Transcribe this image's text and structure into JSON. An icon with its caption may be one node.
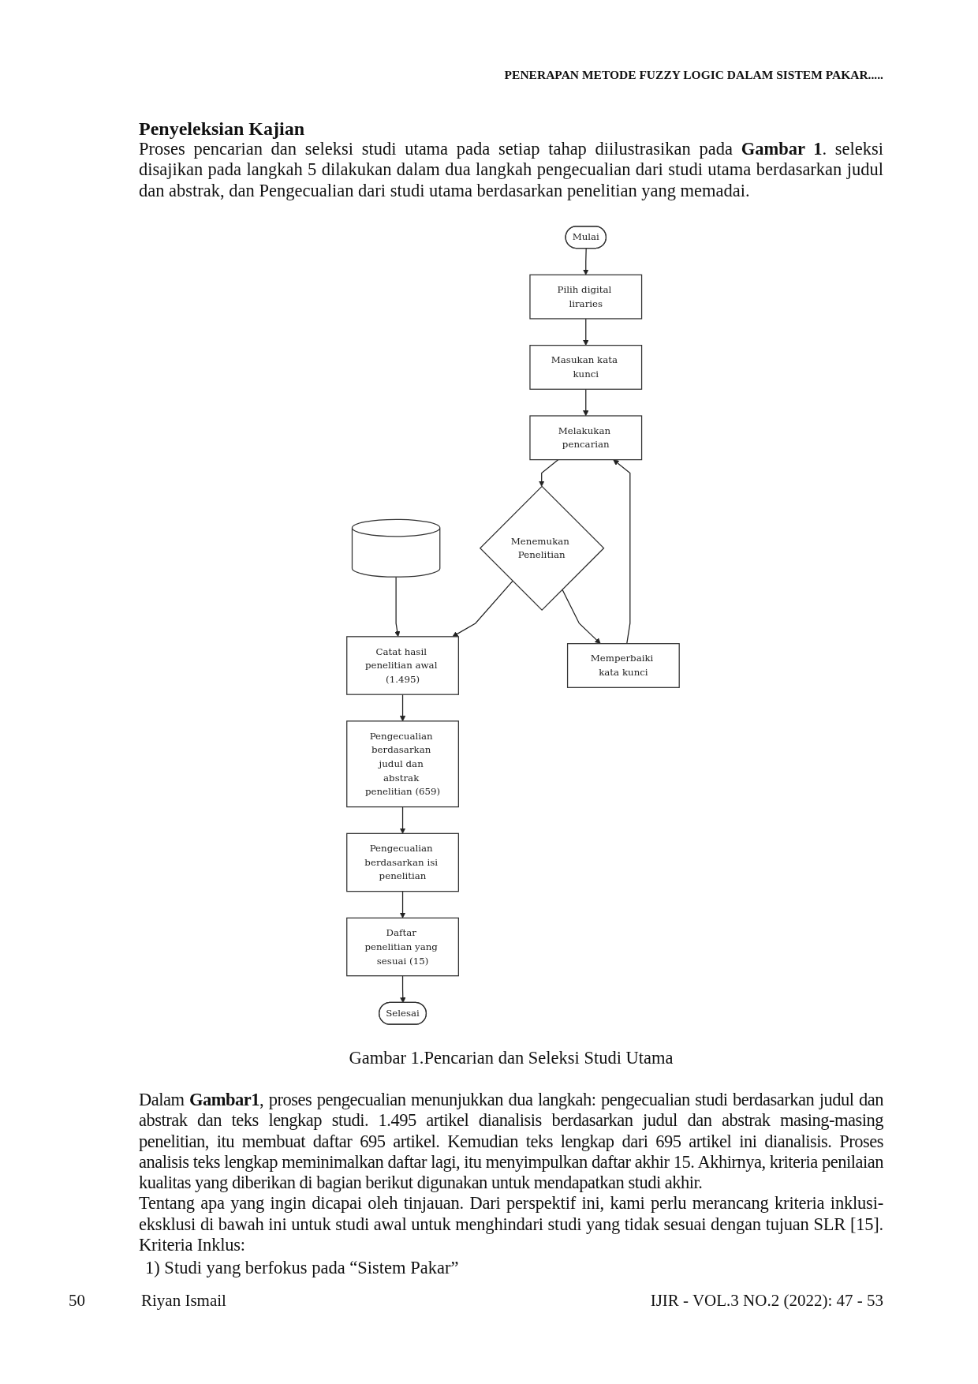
{
  "diagram": {
    "caption": "Gambar 1.Pencarian dan Seleksi Studi Utama",
    "nodes": [
      {
        "text": [
          "Mulai"
        ]
      },
      {
        "text": [
          "Pilih digital liraries"
        ]
      },
      {
        "text": [
          "Masukan kata kunci"
        ]
      },
      {
        "text": [
          "Melakukan pencarian"
        ]
      },
      {
        "text": [
          "Menemukan Penelitian"
        ]
      },
      {
        "text": [
          "Memperbaiki kata kunci"
        ]
      },
      {
        "text": [
          "Catat hasil penelitian awal (1.495)"
        ]
      },
      {
        "text": [],
        "shape": "cylinder"
      },
      {
        "text": [
          "Pengecualian berdasarkan judul dan abstrak penelitian (659)"
        ]
      },
      {
        "text": [
          "Pengecualian berdasarkan isi penelitian"
        ]
      },
      {
        "text": [
          "Daftar penelitian yang sesuai (15)"
        ]
      },
      {
        "text": [
          "Selesai"
        ]
      }
    ],
    "edges": [
      {
        "from": 0,
        "to": 1,
        "arrow": "to"
      },
      {
        "from": 1,
        "to": 2,
        "arrow": "to"
      },
      {
        "from": 2,
        "to": 3,
        "arrow": "to"
      },
      {
        "from": 3,
        "to": 4,
        "arrow": "to"
      },
      {
        "from": 4,
        "to": 6,
        "arrow": "to"
      },
      {
        "from": 4,
        "to": 5,
        "arrow": "to"
      },
      {
        "from": 5,
        "to": 3,
        "arrow": "to"
      },
      {
        "from": 7,
        "to": 6,
        "arrow": "to"
      },
      {
        "from": 6,
        "to": 8,
        "arrow": "to"
      },
      {
        "from": 8,
        "to": 9,
        "arrow": "to"
      },
      {
        "from": 9,
        "to": 10,
        "arrow": "to"
      },
      {
        "from": 10,
        "to": 11,
        "arrow": "to"
      }
    ],
    "labels": [
      "PENERAPAN METODE FUZZY LOGIC DALAM SISTEM PAKAR.....",
      "Penyeleksian Kajian",
      "Proses pencarian dan seleksi studi utama pada setiap tahap diilustrasikan pada **Gambar 1**. seleksi disajikan pada langkah 5 dilakukan dalam dua langkah pengecualian dari studi utama berdasarkan judul dan abstrak, dan Pengecualian dari studi utama berdasarkan penelitian yang memadai.",
      "Dalam **Gambar1**, proses pengecualian menunjukkan dua langkah: pengecualian studi berdasarkan judul dan abstrak dan teks lengkap studi. 1.495 artikel dianalisis berdasarkan judul dan abstrak masing-masing penelitian, itu membuat daftar 695 artikel. Kemudian teks lengkap dari 695 artikel ini dianalisis. Proses analisis teks lengkap meminimalkan daftar lagi, itu menyimpulkan daftar akhir 15. Akhirnya, kriteria penilaian kualitas yang diberikan di bagian berikut digunakan untuk mendapatkan studi akhir.",
      "Tentang apa yang ingin dicapai oleh tinjauan. Dari perspektif ini, kami perlu merancang kriteria inklusi-eksklusi di bawah ini untuk studi awal untuk menghindari studi yang tidak sesuai dengan tujuan SLR [15]. Kriteria Inklus:",
      "1) Studi yang berfokus pada “Sistem Pakar”",
      "50",
      "Riyan Ismail",
      "IJIR - VOL.3 NO.2 (2022): 47 - 53"
    ]
  }
}
